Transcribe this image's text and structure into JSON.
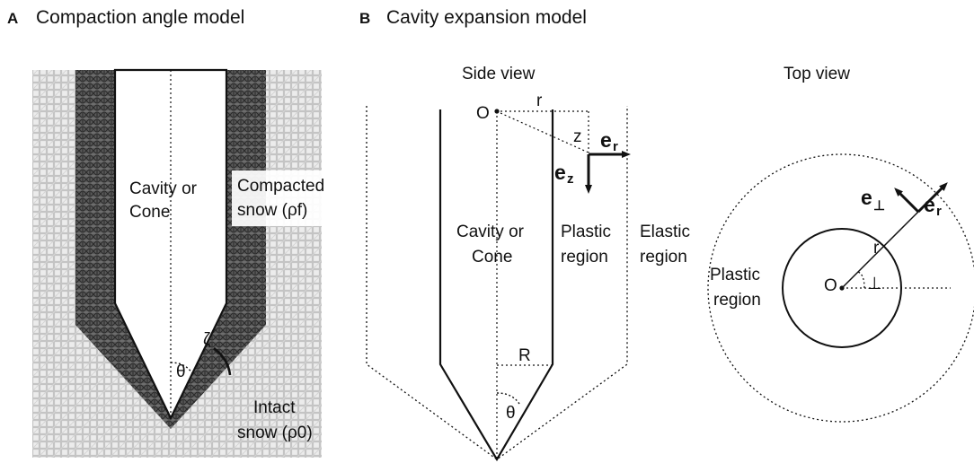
{
  "panel_a": {
    "letter": "A",
    "title": "Compaction angle model",
    "cavity_label_1": "Cavity or",
    "cavity_label_2": "Cone",
    "compacted_label_1": "Compacted",
    "compacted_label_2": "snow (ρf)",
    "intact_label_1": "Intact",
    "intact_label_2": "snow (ρ0)",
    "theta": "θ",
    "zeta": "ζ"
  },
  "panel_b": {
    "letter": "B",
    "title": "Cavity expansion model",
    "side_view": {
      "title": "Side view",
      "origin": "O",
      "r_label": "r",
      "z_label": "z",
      "e_r": "e",
      "e_r_sub": "r",
      "e_z": "e",
      "e_z_sub": "z",
      "cavity_label_1": "Cavity or",
      "cavity_label_2": "Cone",
      "plastic_label_1": "Plastic",
      "plastic_label_2": "region",
      "elastic_label_1": "Elastic",
      "elastic_label_2": "region",
      "R_label": "R",
      "theta": "θ"
    },
    "top_view": {
      "title": "Top view",
      "origin": "O",
      "r_label": "r",
      "perp_symbol": "⊥",
      "e_perp": "e",
      "e_perp_sub": "⊥",
      "e_r": "e",
      "e_r_sub": "r",
      "plastic_label_1": "Plastic",
      "plastic_label_2": "region"
    }
  },
  "colors": {
    "intact_snow": "#c8c8c8",
    "compacted_snow": "#555555",
    "line": "#111111"
  }
}
